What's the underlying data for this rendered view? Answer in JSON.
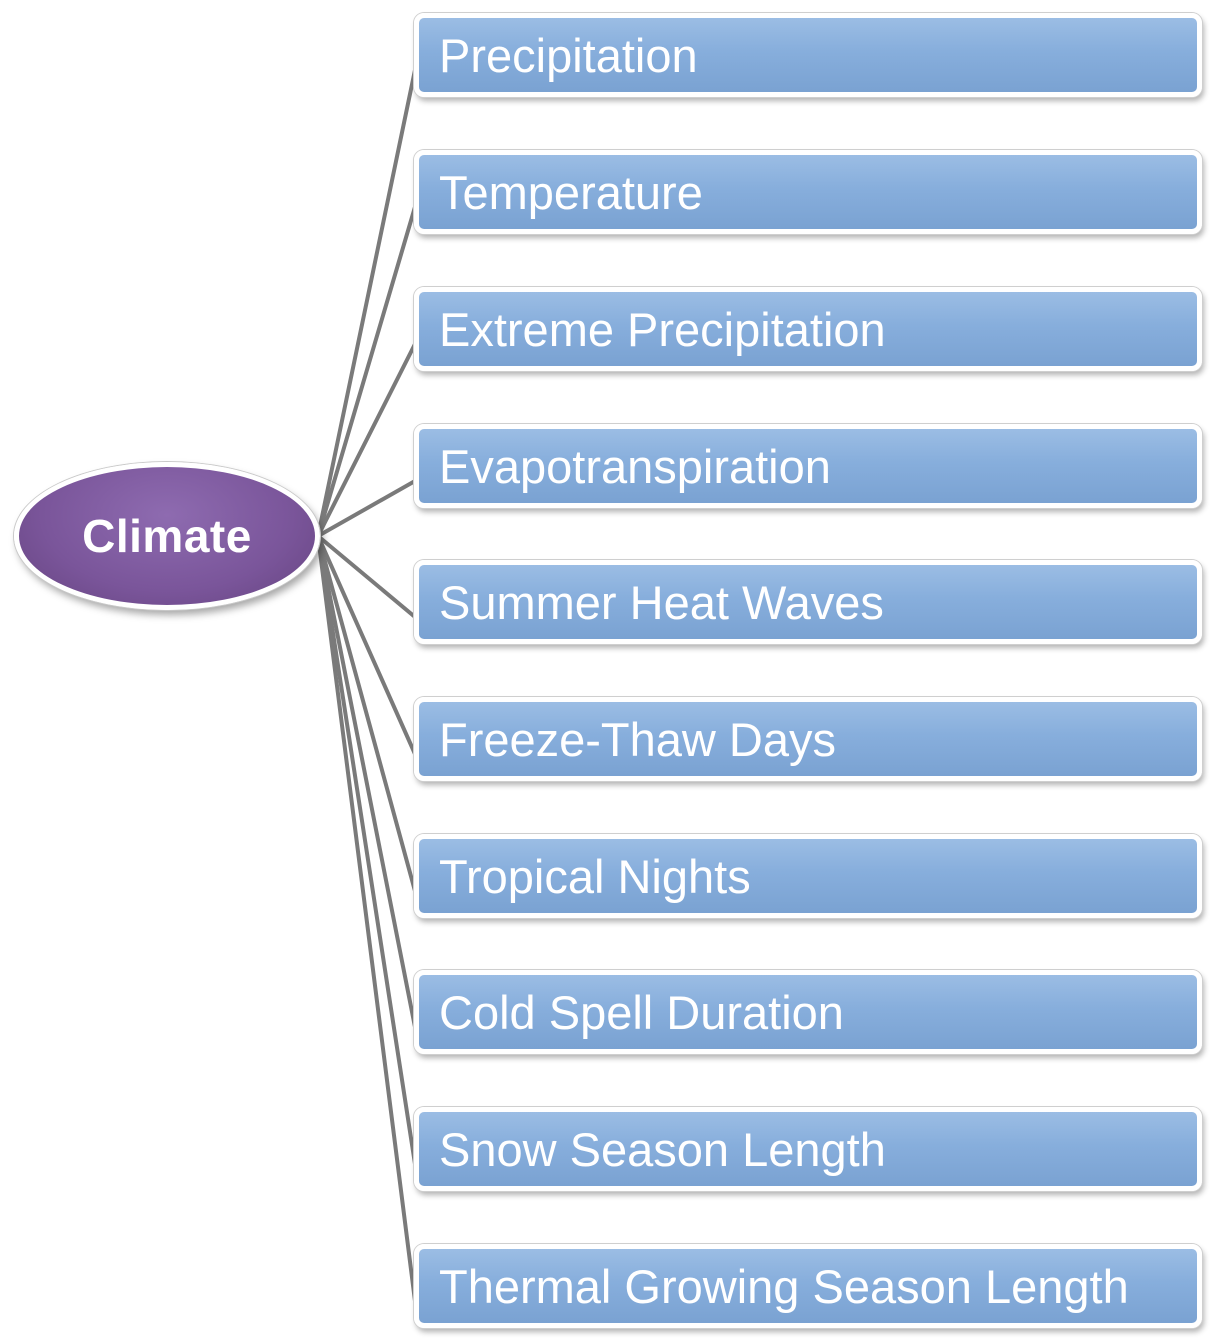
{
  "root": {
    "label": "Climate",
    "color": "#7a559a"
  },
  "topics": [
    {
      "label": "Precipitation"
    },
    {
      "label": "Temperature"
    },
    {
      "label": "Extreme Precipitation"
    },
    {
      "label": "Evapotranspiration"
    },
    {
      "label": "Summer Heat Waves"
    },
    {
      "label": "Freeze-Thaw Days"
    },
    {
      "label": "Tropical Nights"
    },
    {
      "label": "Cold Spell Duration"
    },
    {
      "label": "Snow Season Length"
    },
    {
      "label": "Thermal Growing Season Length"
    }
  ],
  "colors": {
    "topic_fill": "#87aedc",
    "connector": "#7a7a7a"
  }
}
